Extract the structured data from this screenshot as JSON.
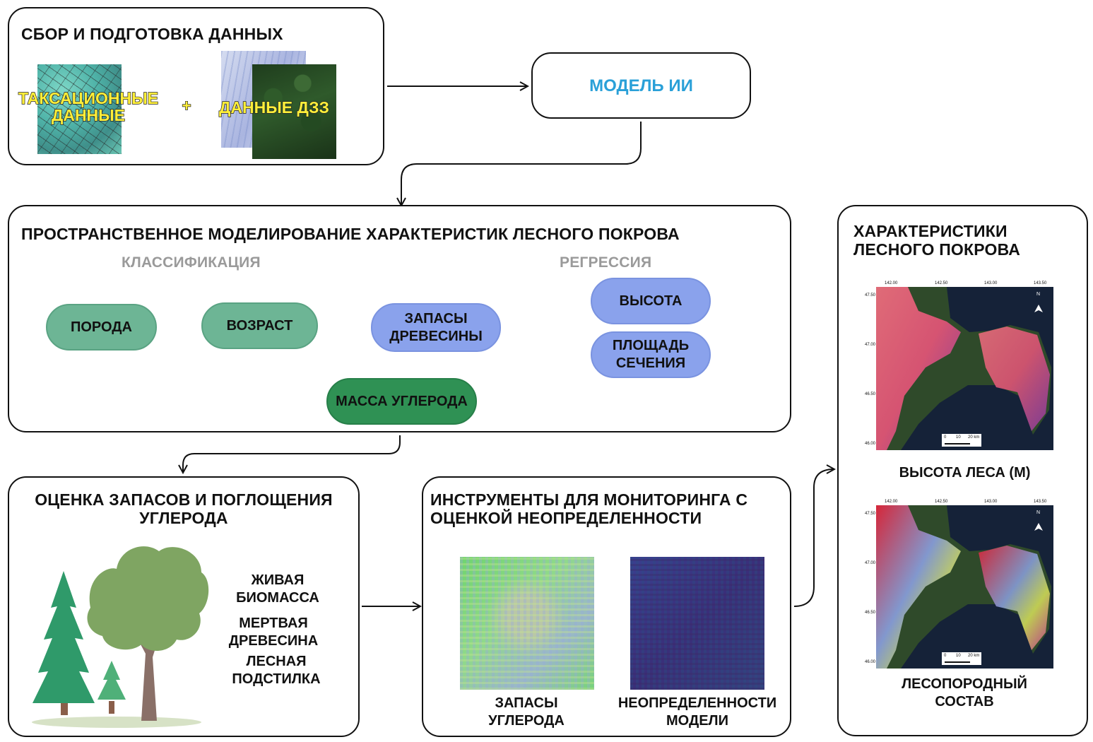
{
  "data_prep": {
    "title": "СБОР И ПОДГОТОВКА ДАННЫХ",
    "taxation_label": "ТАКСАЦИОННЫЕ ДАННЫЕ",
    "plus": "+",
    "remote_label": "ДАННЫЕ ДЗЗ"
  },
  "ai_model": {
    "label": "МОДЕЛЬ ИИ",
    "color": "#2aa0d8"
  },
  "spatial_modeling": {
    "title": "ПРОСТРАНСТВЕННОЕ МОДЕЛИРОВАНИЕ ХАРАКТЕРИСТИК ЛЕСНОГО ПОКРОВА",
    "classification_label": "КЛАССИФИКАЦИЯ",
    "regression_label": "РЕГРЕССИЯ",
    "nodes": {
      "species": "ПОРОДА",
      "age": "ВОЗРАСТ",
      "wood_stock": "ЗАПАСЫ ДРЕВЕСИНЫ",
      "carbon_mass": "МАССА УГЛЕРОДА",
      "height": "ВЫСОТА",
      "basal_area": "ПЛОЩАДЬ СЕЧЕНИЯ"
    }
  },
  "carbon_assessment": {
    "title": "ОЦЕНКА ЗАПАСОВ И ПОГЛОЩЕНИЯ УГЛЕРОДА",
    "pools": [
      "ЖИВАЯ БИОМАССА",
      "МЕРТВАЯ ДРЕВЕСИНА",
      "ЛЕСНАЯ ПОДСТИЛКА"
    ]
  },
  "monitoring_tools": {
    "title": "ИНСТРУМЕНТЫ ДЛЯ МОНИТОРИНГА С ОЦЕНКОЙ НЕОПРЕДЕЛЕННОСТИ",
    "carbon_stock_caption": "ЗАПАСЫ УГЛЕРОДА",
    "uncertainty_caption": "НЕОПРЕДЕЛЕННОСТИ МОДЕЛИ"
  },
  "forest_characteristics": {
    "title": "ХАРАКТЕРИСТИКИ ЛЕСНОГО ПОКРОВА",
    "map1_caption": "ВЫСОТА ЛЕСА (М)",
    "map2_caption": "ЛЕСОПОРОДНЫЙ СОСТАВ",
    "map_lon_ticks": [
      "142.00",
      "142.50",
      "143.00",
      "143.50"
    ],
    "map_lat_ticks": [
      "47.50",
      "47.00",
      "46.50",
      "46.00"
    ],
    "north_label": "N",
    "scale_labels": [
      "0",
      "10",
      "20 km"
    ]
  }
}
